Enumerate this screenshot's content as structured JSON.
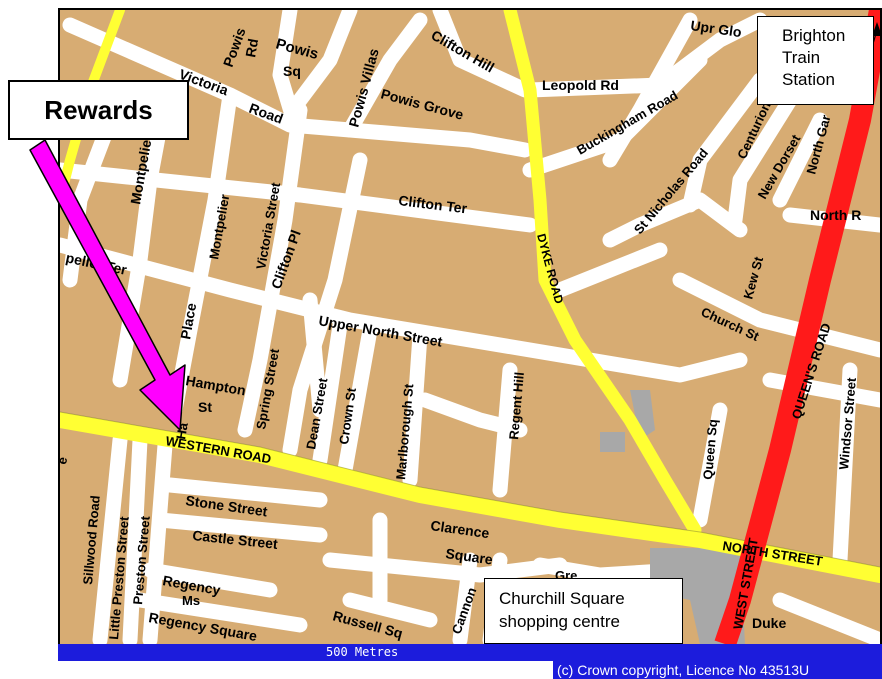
{
  "map": {
    "callouts": {
      "rewards": "Rewards",
      "station": [
        "Brighton",
        "Train",
        "Station"
      ],
      "churchill": [
        "Churchill Square",
        "shopping centre"
      ]
    },
    "scale_label": "500 Metres",
    "copyright": "(c) Crown copyright, Licence No 43513U",
    "colors": {
      "land": "#d7ac73",
      "street": "#ffffff",
      "major_road": "#ffff33",
      "a_road": "#ff1a1a",
      "arrow": "#ff00ff",
      "scale_bg": "#1c1cdc"
    },
    "labels": {
      "powis_rd": "Powis",
      "powis_rd2": "Rd",
      "powis_sq1": "Powis",
      "powis_sq2": "Sq",
      "clifton_hill": "Clifton Hill",
      "victoria_road1": "Victoria",
      "victoria_road2": "Road",
      "powis_villas": "Powis Villas",
      "powis_grove": "Powis Grove",
      "leopold_rd": "Leopold Rd",
      "upr_glo": "Upr Glo",
      "buckingham_road": "Buckingham Road",
      "centurion": "Centurion",
      "new_dorset": "New Dorset",
      "north_gar": "North Gar",
      "montpelier_street": "Montpelier Street",
      "montpelier_st2": "Montpelier",
      "victoria_street": "Victoria Street",
      "clifton_pl": "Clifton Pl",
      "clifton_ter": "Clifton Ter",
      "st_nicholas_road": "St Nicholas Road",
      "north_r": "North R",
      "kew_st": "Kew St",
      "dyke_road": "DYKE ROAD",
      "queens_road": "QUEEN'S ROAD",
      "peller_ter": "peller Ter",
      "place": "Place",
      "upper_north_street": "Upper North Street",
      "church_st": "Church St",
      "hampton": "Hampton",
      "hampton_st": "St",
      "spring_street": "Spring Street",
      "dean_street": "Dean Street",
      "crown_st": "Crown St",
      "marlborough_st": "Marlborough St",
      "regent_hill": "Regent Hill",
      "queen_sq": "Queen Sq",
      "windsor_street": "Windsor Street",
      "western_road": "WESTERN ROAD",
      "stone_street": "Stone Street",
      "castle_street": "Castle Street",
      "clarence": "Clarence",
      "square": "Square",
      "north_street": "NORTH STREET",
      "west_street": "WEST STREET",
      "sillwood_road": "Sillwood Road",
      "little_preston_street": "Little Preston Street",
      "preston_street": "Preston Street",
      "regency": "Regency",
      "ms": "Ms",
      "regency_square": "Regency Square",
      "russell_sq": "Russell Sq",
      "cannon": "Cannon",
      "duke": "Duke",
      "gre": "Gre",
      "ha": "Ha",
      "e": "e"
    }
  }
}
